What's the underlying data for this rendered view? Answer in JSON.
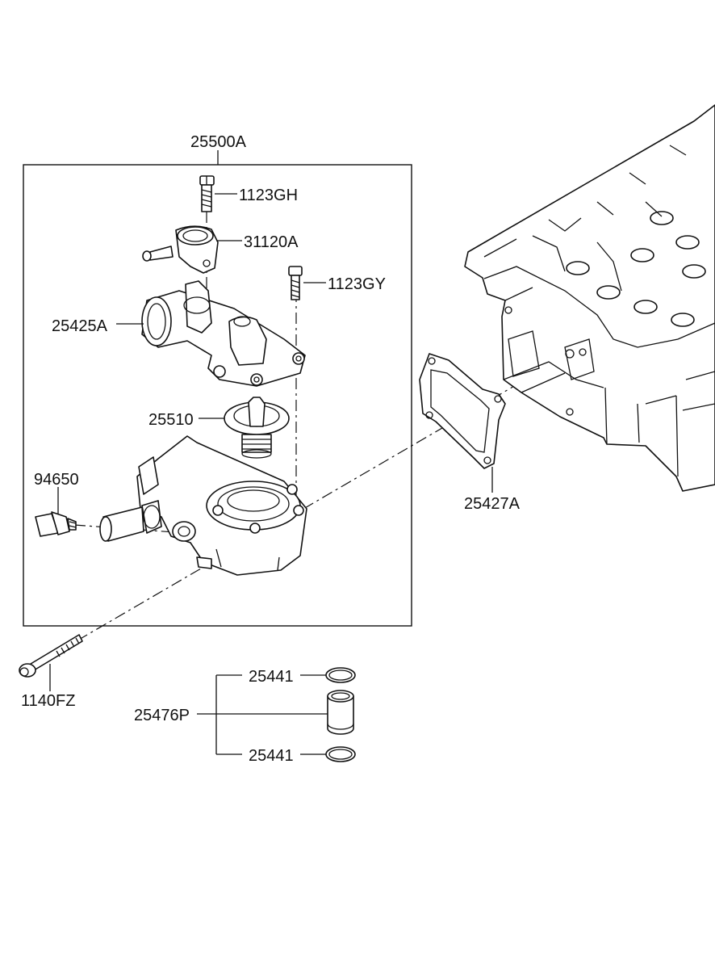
{
  "labels": {
    "assembly": "25500A",
    "bolt_top": "1123GH",
    "fitting": "31120A",
    "bolt_right": "1123GY",
    "housing_cover": "25425A",
    "thermostat": "25510",
    "sensor": "94650",
    "gasket": "25427A",
    "long_bolt": "1140FZ",
    "oring_top": "25441",
    "pipe": "25476P",
    "oring_bottom": "25441"
  }
}
